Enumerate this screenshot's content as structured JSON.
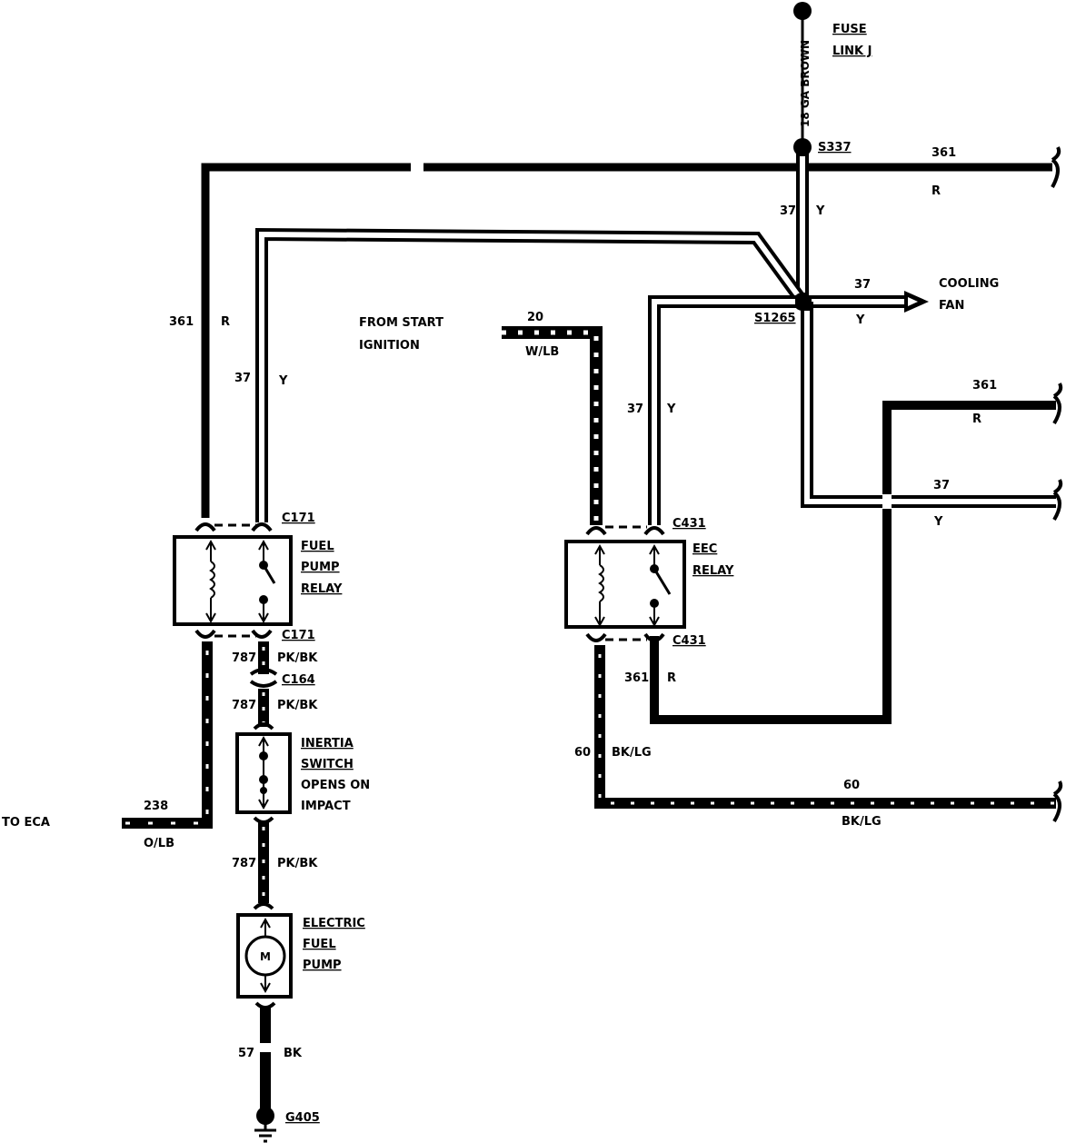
{
  "labels": {
    "fuse_link_l1": "FUSE",
    "fuse_link_l2": "LINK J",
    "brown_wire": "18 GA BROWN",
    "s337": "S337",
    "w361_top": "361",
    "r_top": "R",
    "w37_vert": "37",
    "y_vert": "Y",
    "w37_cooling": "37",
    "y_cooling": "Y",
    "cooling_l1": "COOLING",
    "cooling_l2": "FAN",
    "s1265": "S1265",
    "w361_right": "361",
    "r_right": "R",
    "w37_right": "37",
    "y_right": "Y",
    "w361_left": "361",
    "r_left": "R",
    "w37_left": "37",
    "y_left": "Y",
    "from_start_l1": "FROM START",
    "from_start_l2": "IGNITION",
    "w20": "20",
    "wlb": "W/LB",
    "w37_mid": "37",
    "y_mid": "Y",
    "c171_top": "C171",
    "fuel_pump_relay_l1": "FUEL",
    "fuel_pump_relay_l2": "PUMP",
    "fuel_pump_relay_l3": "RELAY",
    "c171_bot": "C171",
    "w787_a": "787",
    "pkbk_a": "PK/BK",
    "c164": "C164",
    "w787_b": "787",
    "pkbk_b": "PK/BK",
    "inertia_l1": "INERTIA",
    "inertia_l2": "SWITCH",
    "inertia_l3": "OPENS ON",
    "inertia_l4": "IMPACT",
    "to_eca": "TO ECA",
    "w238": "238",
    "olb": "O/LB",
    "w787_c": "787",
    "pkbk_c": "PK/BK",
    "efp_l1": "ELECTRIC",
    "efp_l2": "FUEL",
    "efp_l3": "PUMP",
    "motor_m": "M",
    "w57": "57",
    "bk": "BK",
    "g405": "G405",
    "c431_top": "C431",
    "eec_l1": "EEC",
    "eec_l2": "RELAY",
    "c431_bot": "C431",
    "w361_eec": "361",
    "r_eec": "R",
    "w60_v": "60",
    "bklg_v": "BK/LG",
    "w60_h": "60",
    "bklg_h": "BK/LG"
  }
}
